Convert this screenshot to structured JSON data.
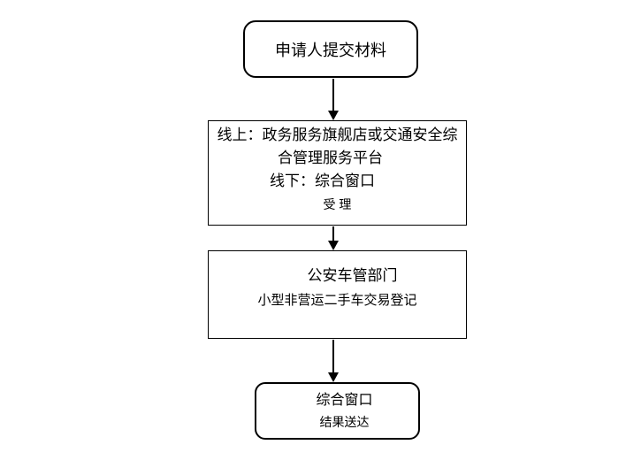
{
  "diagram": {
    "type": "flowchart",
    "background_color": "#ffffff",
    "stroke_color": "#000000",
    "text_color": "#000000",
    "nodes": {
      "submit": {
        "shape": "rounded-rect",
        "lines": {
          "l1": "申请人提交材料"
        }
      },
      "accept": {
        "shape": "rect",
        "lines": {
          "l1": "线上：政务服务旗舰店或交通安全综",
          "l2": "合管理服务平台",
          "l3": "线下：综合窗口",
          "l4": "受 理"
        }
      },
      "registration": {
        "shape": "rect",
        "lines": {
          "l1": "公安车管部门",
          "l2": "小型非营运二手车交易登记"
        }
      },
      "delivery": {
        "shape": "rounded-rect",
        "lines": {
          "l1": "综合窗口",
          "l2": "结果送达"
        }
      }
    },
    "edges": [
      {
        "from": "submit",
        "to": "accept",
        "style": "arrow-down"
      },
      {
        "from": "accept",
        "to": "registration",
        "style": "arrow-down"
      },
      {
        "from": "registration",
        "to": "delivery",
        "style": "arrow-down"
      }
    ]
  }
}
